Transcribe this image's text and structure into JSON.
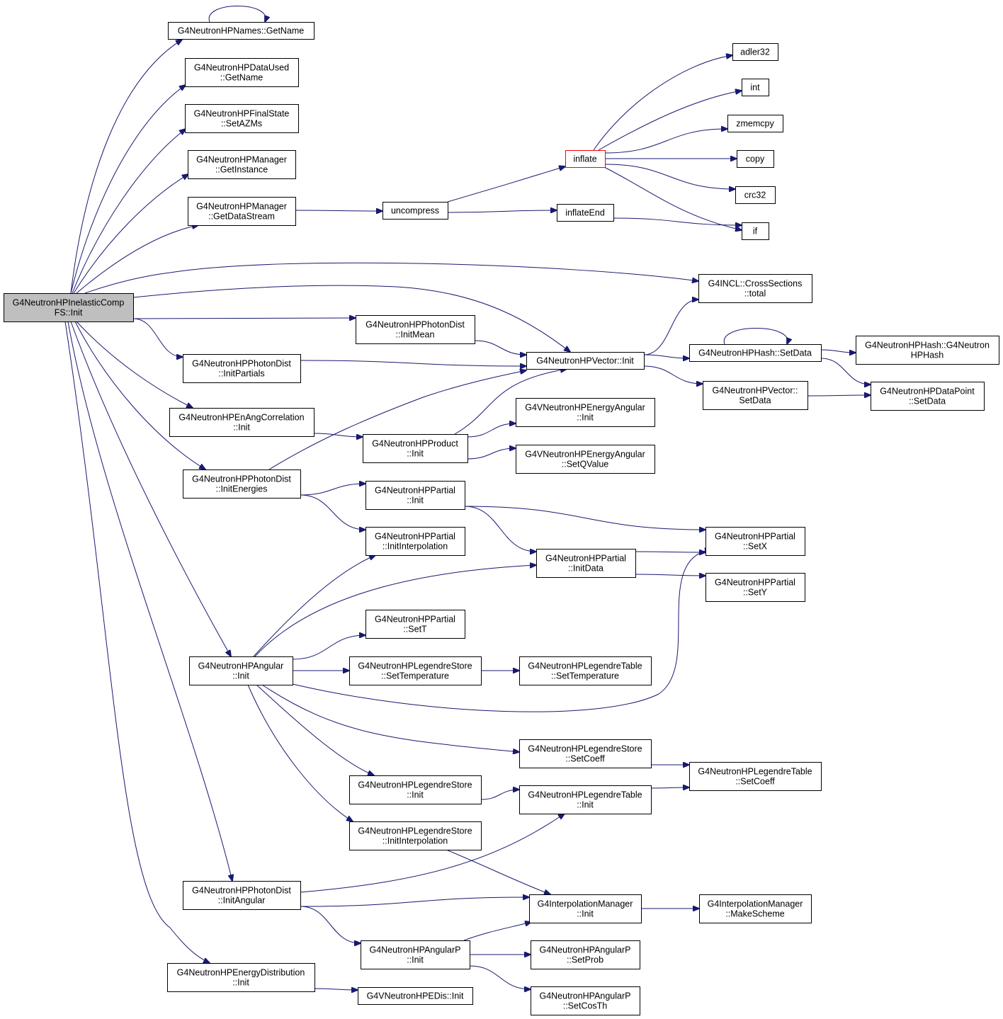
{
  "colors": {
    "edge": "#191970",
    "node_border": "#000000",
    "node_fill": "#ffffff",
    "root_fill": "#bfbfbf",
    "truncated_border": "#ff0000"
  },
  "nodes": [
    {
      "id": "root",
      "lines": [
        "G4NeutronHPInelasticComp",
        "FS::Init"
      ],
      "style": "root"
    },
    {
      "id": "names_getname",
      "lines": [
        "G4NeutronHPNames::GetName"
      ]
    },
    {
      "id": "dataused_getname",
      "lines": [
        "G4NeutronHPDataUsed",
        "::GetName"
      ]
    },
    {
      "id": "finalstate_setazms",
      "lines": [
        "G4NeutronHPFinalState",
        "::SetAZMs"
      ]
    },
    {
      "id": "manager_getinstance",
      "lines": [
        "G4NeutronHPManager",
        "::GetInstance"
      ]
    },
    {
      "id": "manager_getdatastream",
      "lines": [
        "G4NeutronHPManager",
        "::GetDataStream"
      ]
    },
    {
      "id": "uncompress",
      "lines": [
        "uncompress"
      ]
    },
    {
      "id": "inflate",
      "lines": [
        "inflate"
      ],
      "style": "truncated"
    },
    {
      "id": "inflateend",
      "lines": [
        "inflateEnd"
      ]
    },
    {
      "id": "adler32",
      "lines": [
        "adler32"
      ]
    },
    {
      "id": "int",
      "lines": [
        "int"
      ]
    },
    {
      "id": "zmemcpy",
      "lines": [
        "zmemcpy"
      ]
    },
    {
      "id": "copy",
      "lines": [
        "copy"
      ]
    },
    {
      "id": "crc32",
      "lines": [
        "crc32"
      ]
    },
    {
      "id": "if",
      "lines": [
        "if"
      ]
    },
    {
      "id": "incl_total",
      "lines": [
        "G4INCL::CrossSections",
        "::total"
      ]
    },
    {
      "id": "photondist_initmean",
      "lines": [
        "G4NeutronHPPhotonDist",
        "::InitMean"
      ]
    },
    {
      "id": "photondist_initpartials",
      "lines": [
        "G4NeutronHPPhotonDist",
        "::InitPartials"
      ]
    },
    {
      "id": "vector_init",
      "lines": [
        "G4NeutronHPVector::Init"
      ]
    },
    {
      "id": "hash_setdata",
      "lines": [
        "G4NeutronHPHash::SetData"
      ]
    },
    {
      "id": "hash_ctor",
      "lines": [
        "G4NeutronHPHash::G4Neutron",
        "HPHash"
      ]
    },
    {
      "id": "vector_setdata",
      "lines": [
        "G4NeutronHPVector::",
        "SetData"
      ]
    },
    {
      "id": "datapoint_setdata",
      "lines": [
        "G4NeutronHPDataPoint",
        "::SetData"
      ]
    },
    {
      "id": "enangcorrelation_init",
      "lines": [
        "G4NeutronHPEnAngCorrelation",
        "::Init"
      ]
    },
    {
      "id": "product_init",
      "lines": [
        "G4NeutronHPProduct",
        "::Init"
      ]
    },
    {
      "id": "venergyangular_init",
      "lines": [
        "G4VNeutronHPEnergyAngular",
        "::Init"
      ]
    },
    {
      "id": "venergyangular_setqvalue",
      "lines": [
        "G4VNeutronHPEnergyAngular",
        "::SetQValue"
      ]
    },
    {
      "id": "photondist_initenergies",
      "lines": [
        "G4NeutronHPPhotonDist",
        "::InitEnergies"
      ]
    },
    {
      "id": "partial_init",
      "lines": [
        "G4NeutronHPPartial",
        "::Init"
      ]
    },
    {
      "id": "partial_initinterpolation",
      "lines": [
        "G4NeutronHPPartial",
        "::InitInterpolation"
      ]
    },
    {
      "id": "partial_initdata",
      "lines": [
        "G4NeutronHPPartial",
        "::InitData"
      ]
    },
    {
      "id": "partial_setx",
      "lines": [
        "G4NeutronHPPartial",
        "::SetX"
      ]
    },
    {
      "id": "partial_sety",
      "lines": [
        "G4NeutronHPPartial",
        "::SetY"
      ]
    },
    {
      "id": "partial_sett",
      "lines": [
        "G4NeutronHPPartial",
        "::SetT"
      ]
    },
    {
      "id": "angular_init",
      "lines": [
        "G4NeutronHPAngular",
        "::Init"
      ]
    },
    {
      "id": "legendrestore_settemperature",
      "lines": [
        "G4NeutronHPLegendreStore",
        "::SetTemperature"
      ]
    },
    {
      "id": "legendretable_settemperature",
      "lines": [
        "G4NeutronHPLegendreTable",
        "::SetTemperature"
      ]
    },
    {
      "id": "legendrestore_setcoeff",
      "lines": [
        "G4NeutronHPLegendreStore",
        "::SetCoeff"
      ]
    },
    {
      "id": "legendretable_setcoeff",
      "lines": [
        "G4NeutronHPLegendreTable",
        "::SetCoeff"
      ]
    },
    {
      "id": "legendrestore_init",
      "lines": [
        "G4NeutronHPLegendreStore",
        "::Init"
      ]
    },
    {
      "id": "legendretable_init",
      "lines": [
        "G4NeutronHPLegendreTable",
        "::Init"
      ]
    },
    {
      "id": "legendrestore_initinterpolation",
      "lines": [
        "G4NeutronHPLegendreStore",
        "::InitInterpolation"
      ]
    },
    {
      "id": "photondist_initangular",
      "lines": [
        "G4NeutronHPPhotonDist",
        "::InitAngular"
      ]
    },
    {
      "id": "interpolationmanager_init",
      "lines": [
        "G4InterpolationManager",
        "::Init"
      ]
    },
    {
      "id": "interpolationmanager_makescheme",
      "lines": [
        "G4InterpolationManager",
        "::MakeScheme"
      ]
    },
    {
      "id": "angularp_init",
      "lines": [
        "G4NeutronHPAngularP",
        "::Init"
      ]
    },
    {
      "id": "angularp_setprob",
      "lines": [
        "G4NeutronHPAngularP",
        "::SetProb"
      ]
    },
    {
      "id": "angularp_setcosth",
      "lines": [
        "G4NeutronHPAngularP",
        "::SetCosTh"
      ]
    },
    {
      "id": "energydistribution_init",
      "lines": [
        "G4NeutronHPEnergyDistribution",
        "::Init"
      ]
    },
    {
      "id": "vedis_init",
      "lines": [
        "G4VNeutronHPEDis::Init"
      ]
    }
  ],
  "edges": [
    [
      "root",
      "names_getname"
    ],
    [
      "names_getname",
      "names_getname"
    ],
    [
      "root",
      "dataused_getname"
    ],
    [
      "root",
      "finalstate_setazms"
    ],
    [
      "root",
      "manager_getinstance"
    ],
    [
      "root",
      "manager_getdatastream"
    ],
    [
      "manager_getdatastream",
      "uncompress"
    ],
    [
      "uncompress",
      "inflate"
    ],
    [
      "uncompress",
      "inflateend"
    ],
    [
      "inflate",
      "adler32"
    ],
    [
      "inflate",
      "int"
    ],
    [
      "inflate",
      "zmemcpy"
    ],
    [
      "inflate",
      "copy"
    ],
    [
      "inflate",
      "crc32"
    ],
    [
      "inflate",
      "if"
    ],
    [
      "inflateend",
      "if"
    ],
    [
      "root",
      "incl_total"
    ],
    [
      "root",
      "vector_init"
    ],
    [
      "root",
      "photondist_initmean"
    ],
    [
      "root",
      "photondist_initpartials"
    ],
    [
      "root",
      "enangcorrelation_init"
    ],
    [
      "root",
      "photondist_initenergies"
    ],
    [
      "root",
      "angular_init"
    ],
    [
      "root",
      "photondist_initangular"
    ],
    [
      "root",
      "energydistribution_init"
    ],
    [
      "photondist_initmean",
      "vector_init"
    ],
    [
      "photondist_initpartials",
      "vector_init"
    ],
    [
      "vector_init",
      "incl_total"
    ],
    [
      "vector_init",
      "hash_setdata"
    ],
    [
      "vector_init",
      "vector_setdata"
    ],
    [
      "hash_setdata",
      "hash_setdata"
    ],
    [
      "hash_setdata",
      "hash_ctor"
    ],
    [
      "hash_setdata",
      "datapoint_setdata"
    ],
    [
      "vector_setdata",
      "datapoint_setdata"
    ],
    [
      "enangcorrelation_init",
      "product_init"
    ],
    [
      "product_init",
      "vector_init"
    ],
    [
      "product_init",
      "venergyangular_init"
    ],
    [
      "product_init",
      "venergyangular_setqvalue"
    ],
    [
      "photondist_initenergies",
      "vector_init"
    ],
    [
      "photondist_initenergies",
      "partial_init"
    ],
    [
      "photondist_initenergies",
      "partial_initinterpolation"
    ],
    [
      "partial_init",
      "partial_setx"
    ],
    [
      "partial_init",
      "partial_initdata"
    ],
    [
      "partial_initdata",
      "partial_setx"
    ],
    [
      "partial_initdata",
      "partial_sety"
    ],
    [
      "angular_init",
      "partial_initinterpolation"
    ],
    [
      "angular_init",
      "partial_initdata"
    ],
    [
      "angular_init",
      "partial_sett"
    ],
    [
      "angular_init",
      "legendrestore_settemperature"
    ],
    [
      "angular_init",
      "partial_setx"
    ],
    [
      "angular_init",
      "legendrestore_setcoeff"
    ],
    [
      "angular_init",
      "legendrestore_init"
    ],
    [
      "angular_init",
      "legendrestore_initinterpolation"
    ],
    [
      "legendrestore_settemperature",
      "legendretable_settemperature"
    ],
    [
      "legendrestore_setcoeff",
      "legendretable_setcoeff"
    ],
    [
      "legendrestore_init",
      "legendretable_init"
    ],
    [
      "legendretable_init",
      "legendretable_setcoeff"
    ],
    [
      "legendrestore_initinterpolation",
      "interpolationmanager_init"
    ],
    [
      "photondist_initangular",
      "legendretable_init"
    ],
    [
      "photondist_initangular",
      "interpolationmanager_init"
    ],
    [
      "photondist_initangular",
      "angularp_init"
    ],
    [
      "interpolationmanager_init",
      "interpolationmanager_makescheme"
    ],
    [
      "angularp_init",
      "interpolationmanager_init"
    ],
    [
      "angularp_init",
      "angularp_setprob"
    ],
    [
      "angularp_init",
      "angularp_setcosth"
    ],
    [
      "energydistribution_init",
      "vedis_init"
    ]
  ]
}
